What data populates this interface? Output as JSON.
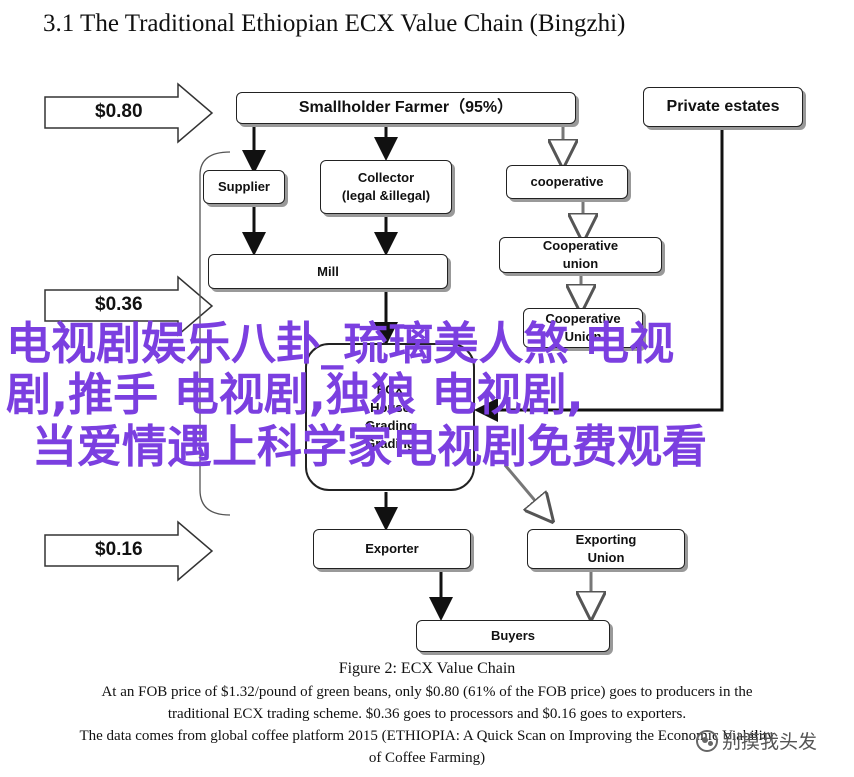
{
  "section_title": "3.1 The Traditional Ethiopian ECX Value Chain (Bingzhi)",
  "nodes": {
    "smallholder": "Smallholder Farmer（95%）",
    "private_estates": "Private estates",
    "supplier": "Supplier",
    "collector": "Collector\n(legal &illegal)",
    "cooperative": "cooperative",
    "cooperative_union": "Cooperative\nunion",
    "mill": "Mill",
    "cooperative_union_2": "Cooperative\nUnion",
    "ecx_box": "ECX\nHouse\nGrading\nGrading",
    "exporter": "Exporter",
    "exporting_union": "Exporting\nUnion",
    "buyers": "Buyers"
  },
  "prices": {
    "top": "$0.80",
    "middle": "$0.36",
    "bottom": "$0.16"
  },
  "overlay_text": [
    "电视剧娱乐八卦_琉璃美人煞 电视",
    "剧,推手 电视剧,独狼 电视剧,",
    "当爱情遇上科学家电视剧免费观看"
  ],
  "caption": {
    "title": "Figure 2: ECX Value Chain",
    "line1": "At an FOB price of $1.32/pound of green beans, only $0.80 (61% of the FOB price) goes to producers in the",
    "line2": "traditional ECX trading scheme. $0.36 goes to processors and $0.16 goes to exporters.",
    "line3": "The data comes from global coffee platform 2015 (ETHIOPIA: A Quick Scan on Improving the Economic Viability",
    "line4": "of Coffee Farming)"
  },
  "watermark": {
    "icon": "wechat-icon",
    "text": "别摸我头发"
  },
  "colors": {
    "overlay": "#7b3fe0",
    "gray_arrow": "#999999"
  }
}
